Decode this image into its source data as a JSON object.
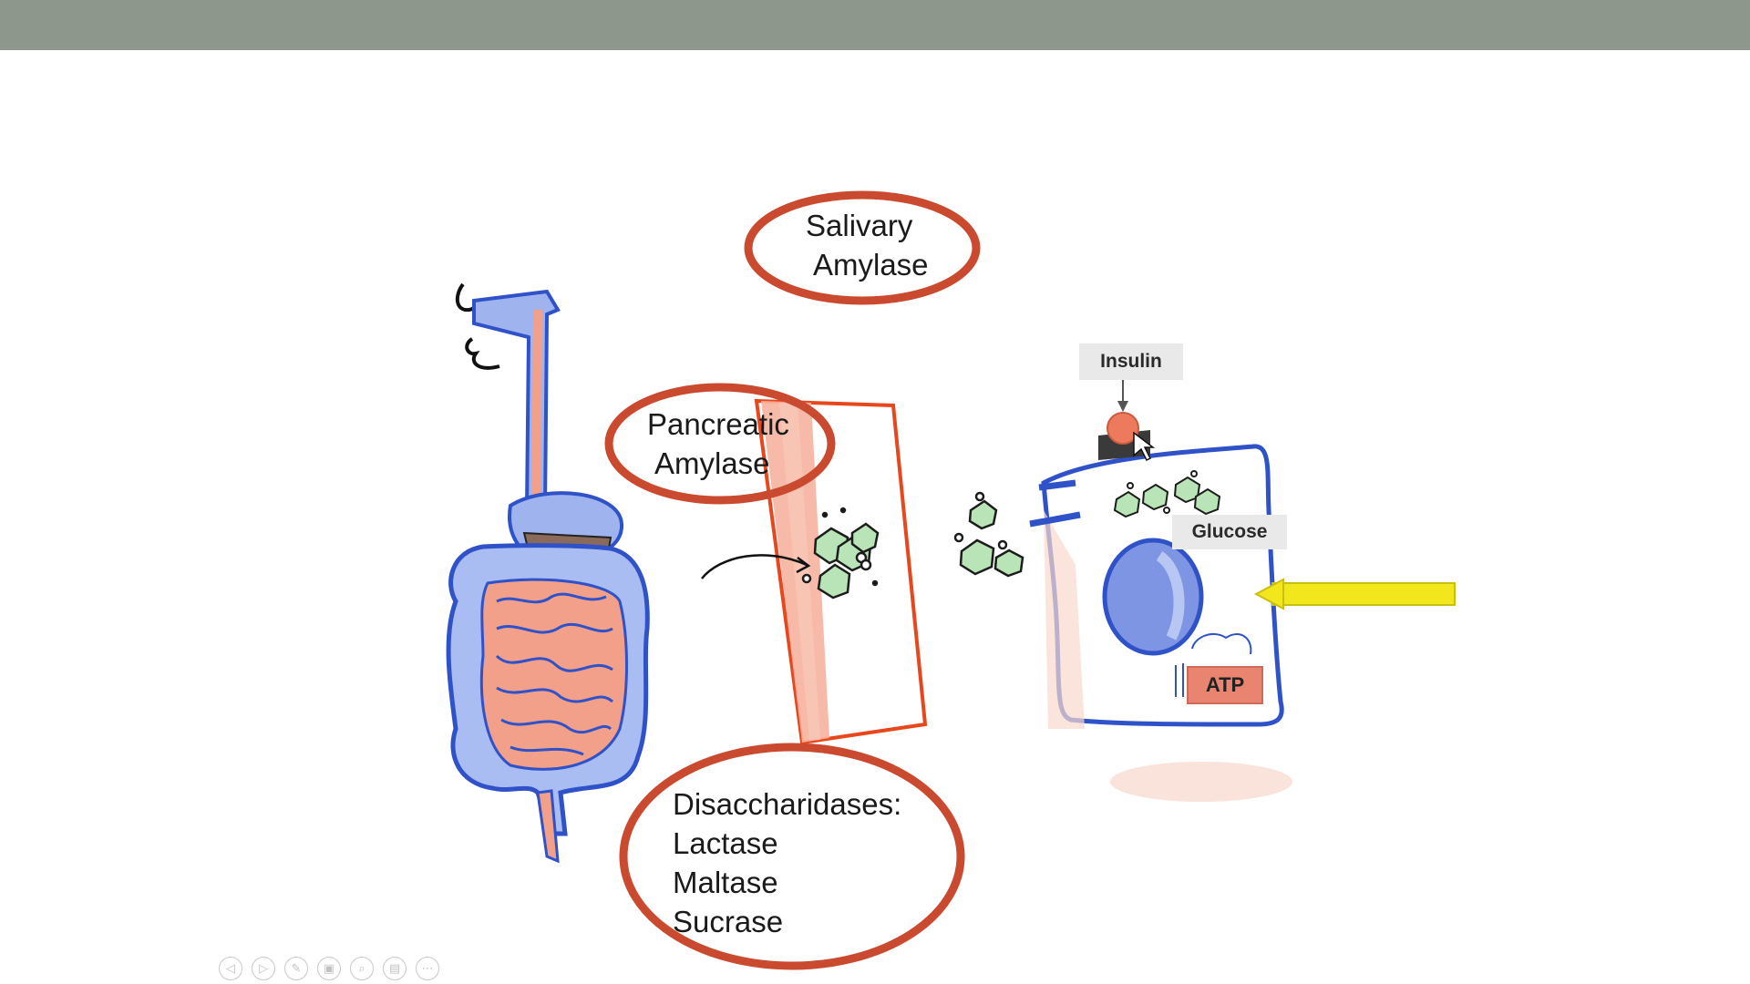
{
  "slide": {
    "callouts": {
      "salivary": [
        "Salivary",
        "Amylase"
      ],
      "pancreatic": [
        "Pancreatic",
        "Amylase"
      ],
      "disaccharidases": [
        "Disaccharidases:",
        "Lactase",
        "Maltase",
        "Sucrase"
      ]
    },
    "labels": {
      "insulin": "Insulin",
      "glucose": "Glucose",
      "atp": "ATP"
    },
    "colors": {
      "top_bar": "#8d978b",
      "callout_ring": "#c94a2e",
      "arrow_highlight": "#f2e61c",
      "cell_outline": "#2f52c8",
      "intestine_fill": "#f2a08a",
      "glucose_green": "#b9e4b7"
    }
  },
  "presenter_controls": [
    {
      "name": "previous-button",
      "icon": "◁"
    },
    {
      "name": "next-button",
      "icon": "▷"
    },
    {
      "name": "pen-button",
      "icon": "✎"
    },
    {
      "name": "slides-button",
      "icon": "▣"
    },
    {
      "name": "zoom-button",
      "icon": "⌕"
    },
    {
      "name": "screen-button",
      "icon": "▤"
    },
    {
      "name": "more-button",
      "icon": "⋯"
    }
  ]
}
